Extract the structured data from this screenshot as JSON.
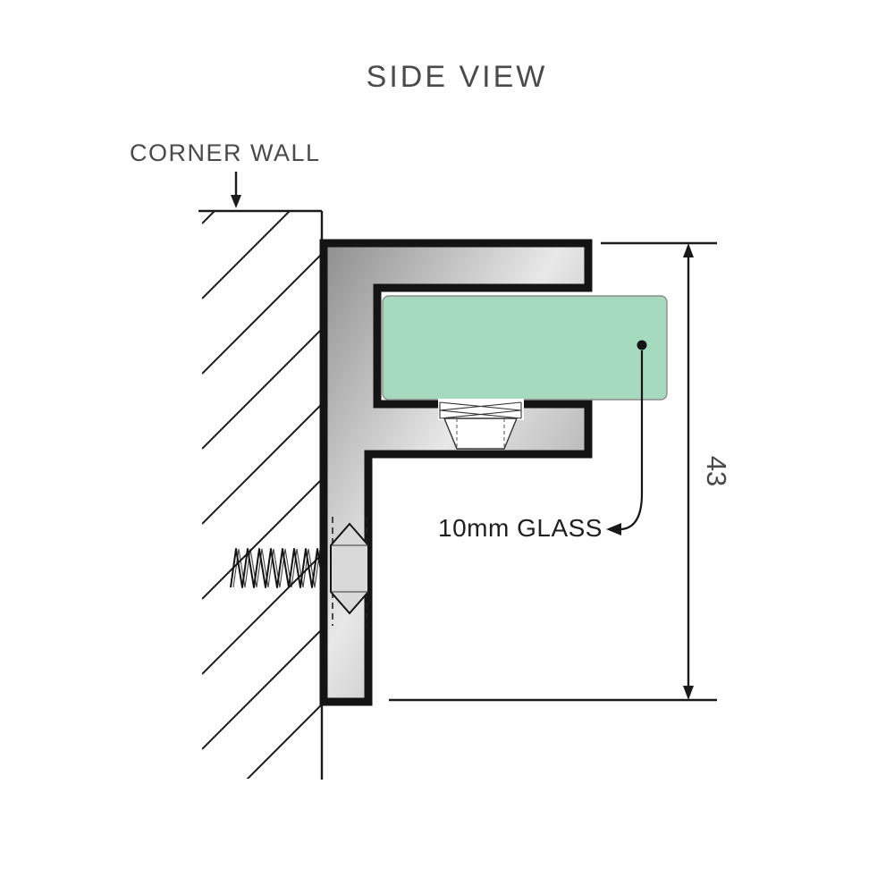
{
  "title": "SIDE VIEW",
  "wall": {
    "label": "CORNER WALL"
  },
  "glass": {
    "label": "10mm GLASS"
  },
  "dimension": {
    "value": "43"
  },
  "colors": {
    "glass_green": "#a6dabf",
    "metal_light": "#e8e8e8",
    "metal_mid": "#c0c0c0",
    "metal_dark": "#8e8e8e",
    "outline": "#141414",
    "label_gray": "#4a4a4a",
    "label_dark": "#1f1f1f"
  }
}
